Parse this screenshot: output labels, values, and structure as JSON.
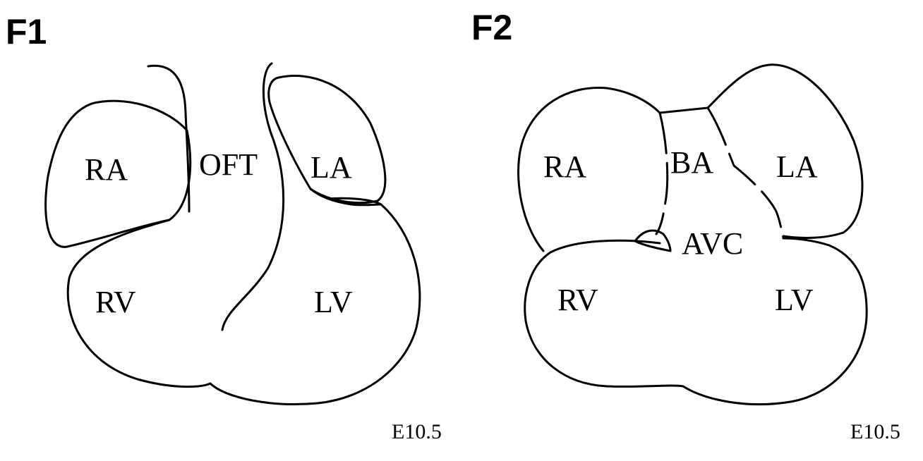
{
  "panels": [
    {
      "label": "F1",
      "stage": "E10.5",
      "chambers": [
        "RA",
        "OFT",
        "LA",
        "RV",
        "LV"
      ]
    },
    {
      "label": "F2",
      "stage": "E10.5",
      "chambers": [
        "RA",
        "BA",
        "LA",
        "AVC",
        "RV",
        "LV"
      ]
    }
  ],
  "colors": {
    "stroke": "#000000",
    "background": "#ffffff"
  }
}
